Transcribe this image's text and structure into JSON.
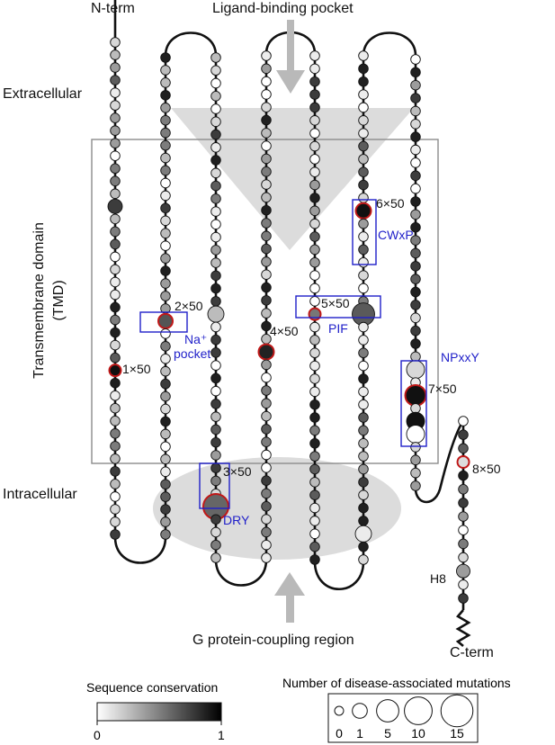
{
  "labels": {
    "n_term": "N-term",
    "c_term": "C-term",
    "ligand_pocket": "Ligand-binding pocket",
    "extracellular": "Extracellular",
    "intracellular": "Intracellular",
    "tmd_line1": "Transmembrane domain",
    "tmd_line2": "(TMD)",
    "g_protein": "G protein-coupling region",
    "h8": "H8"
  },
  "residue_labels": {
    "r1x50": "1×50",
    "r2x50": "2×50",
    "r3x50": "3×50",
    "r4x50": "4×50",
    "r5x50": "5×50",
    "r6x50": "6×50",
    "r7x50": "7×50",
    "r8x50": "8×50"
  },
  "motifs": {
    "na_line1": "Na⁺",
    "na_line2": "pocket",
    "dry": "DRY",
    "pif": "PIF",
    "cwxp": "CWxP",
    "npxxy": "NPxxY"
  },
  "legend": {
    "conservation_title": "Sequence conservation",
    "conservation_min": "0",
    "conservation_max": "1",
    "mutations_title": "Number of disease-associated mutations",
    "mutation_levels": [
      {
        "label": "0",
        "count": 0
      },
      {
        "label": "1",
        "count": 1
      },
      {
        "label": "5",
        "count": 5
      },
      {
        "label": "10",
        "count": 10
      },
      {
        "label": "15",
        "count": 15
      }
    ]
  },
  "colors": {
    "motif_box": "#1f1fc9",
    "highlight_ring": "#c01818",
    "region_shade": "#d9d9d9",
    "arrow": "#b9b9b9"
  }
}
